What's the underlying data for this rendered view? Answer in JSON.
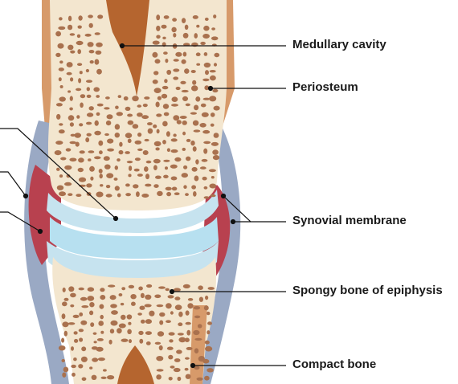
{
  "labels": {
    "medullary_cavity": "Medullary cavity",
    "periosteum": "Periosteum",
    "synovial_membrane": "Synovial membrane",
    "spongy_bone": "Spongy bone of epiphysis",
    "compact_bone": "Compact bone"
  },
  "colors": {
    "bone": "#f3e6cf",
    "pore": "#a9714e",
    "marrow": "#b5652f",
    "periosteum": "#d79a6a",
    "cartilage": "#c6e3ef",
    "joint_cavity": "#b7e0f0",
    "capsule": "#9aa9c4",
    "synovial": "#b8414f",
    "leader": "#111111"
  }
}
